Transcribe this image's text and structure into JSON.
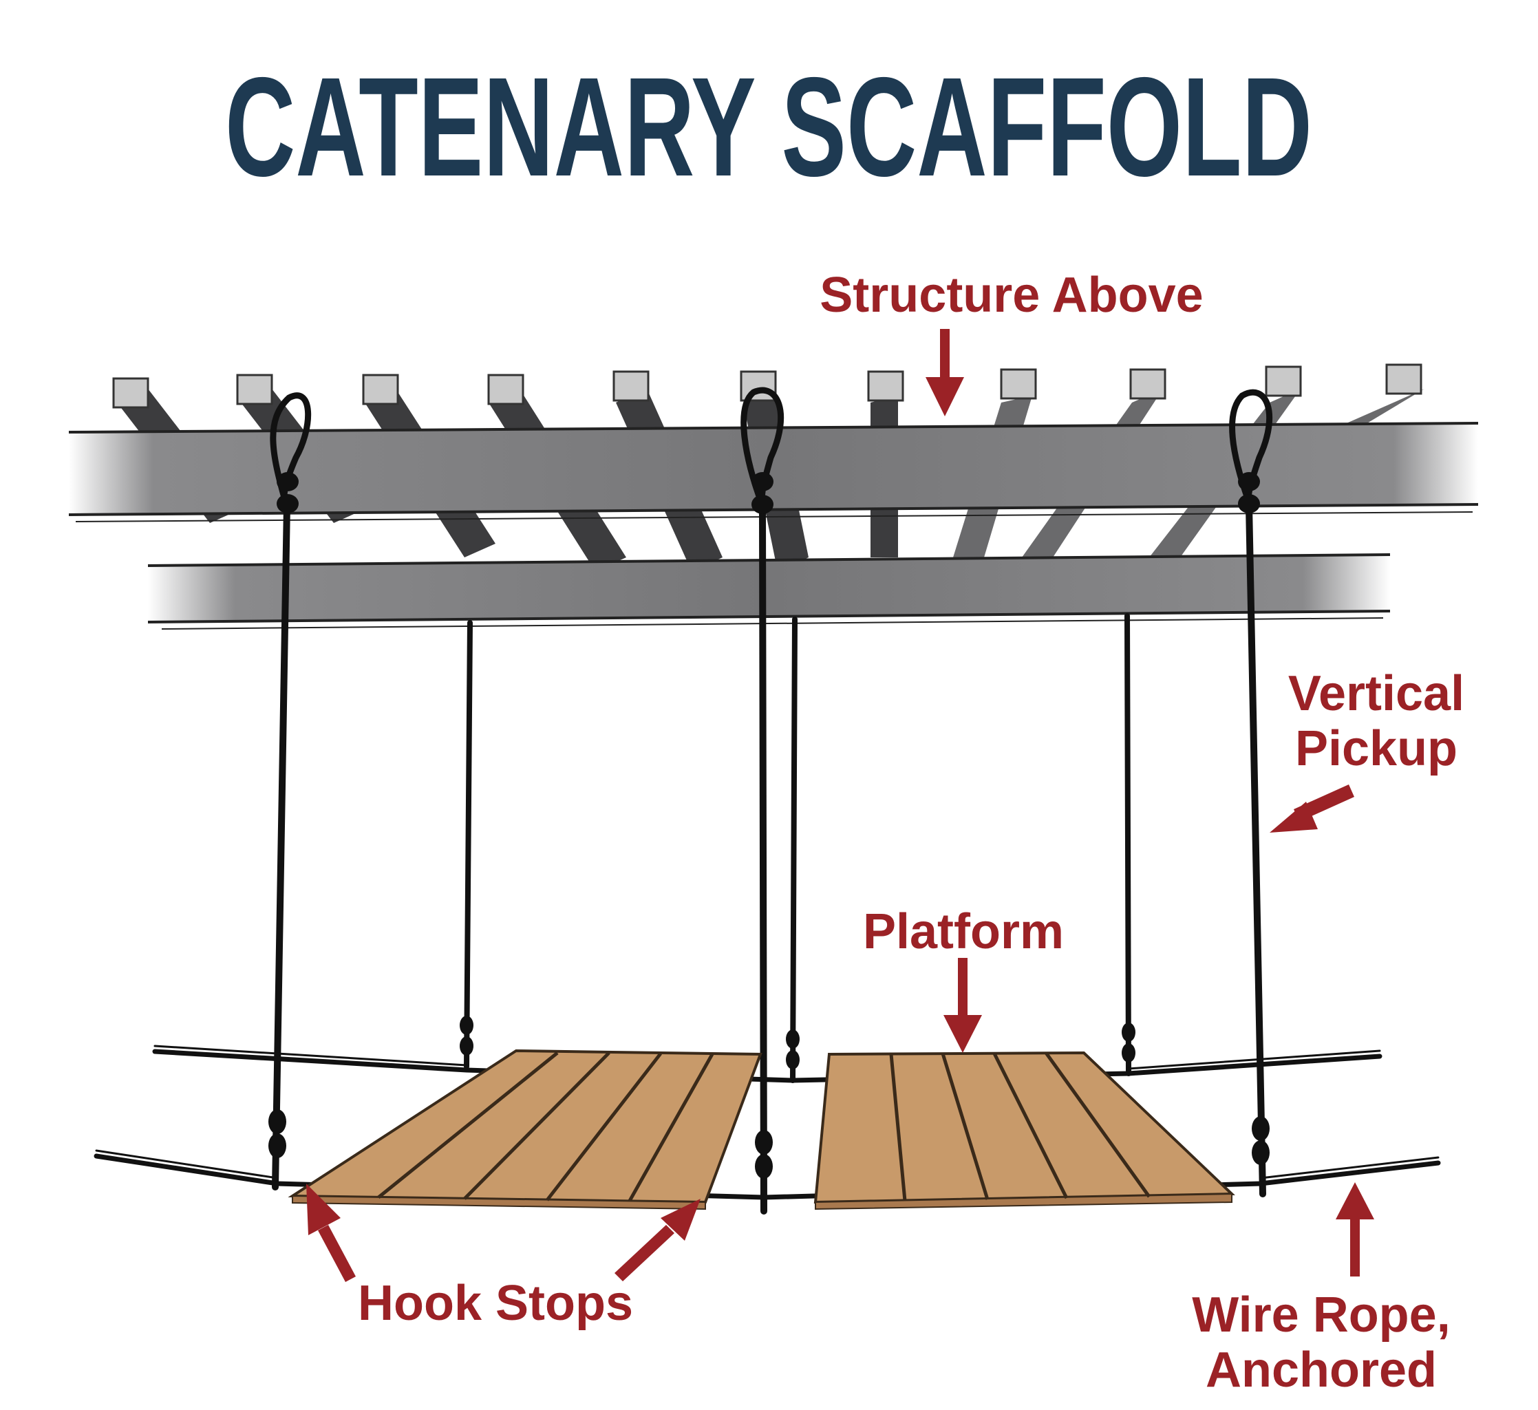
{
  "title": "CATENARY SCAFFOLD",
  "labels": {
    "structure_above": "Structure Above",
    "vertical_pickup_line1": "Vertical",
    "vertical_pickup_line2": "Pickup",
    "platform": "Platform",
    "hook_stops": "Hook Stops",
    "wire_rope_line1": "Wire Rope,",
    "wire_rope_line2": "Anchored"
  },
  "colors": {
    "title": "#1e3a52",
    "annotation": "#9b2226",
    "beam": "#7a7a7c",
    "joist_top": "#c9c9c9",
    "joist_side": "#3c3c3e",
    "rope": "#111111",
    "plank": "#c89a6a",
    "plank_line": "#3a2a1a"
  }
}
